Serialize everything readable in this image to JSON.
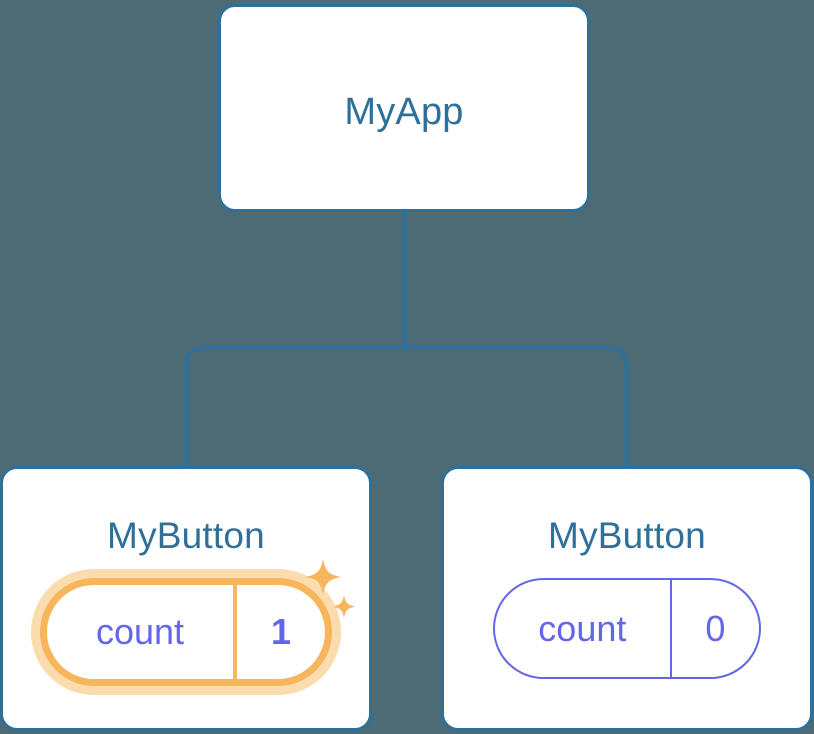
{
  "diagram": {
    "type": "component-tree",
    "background_color": "#4d6b74",
    "node_border_color": "#2e7099",
    "node_title_color": "#2e7099",
    "edge_color": "#2e7099",
    "state_color": "#6366e8",
    "highlight_color": "#f7b55c",
    "highlight_glow_color": "#fbdcaf"
  },
  "root": {
    "title": "MyApp"
  },
  "children": [
    {
      "title": "MyButton",
      "state": {
        "key": "count",
        "value": "1"
      },
      "highlighted": true,
      "sparkle_icons": [
        "sparkle-large-icon",
        "sparkle-small-icon"
      ]
    },
    {
      "title": "MyButton",
      "state": {
        "key": "count",
        "value": "0"
      },
      "highlighted": false,
      "sparkle_icons": []
    }
  ]
}
